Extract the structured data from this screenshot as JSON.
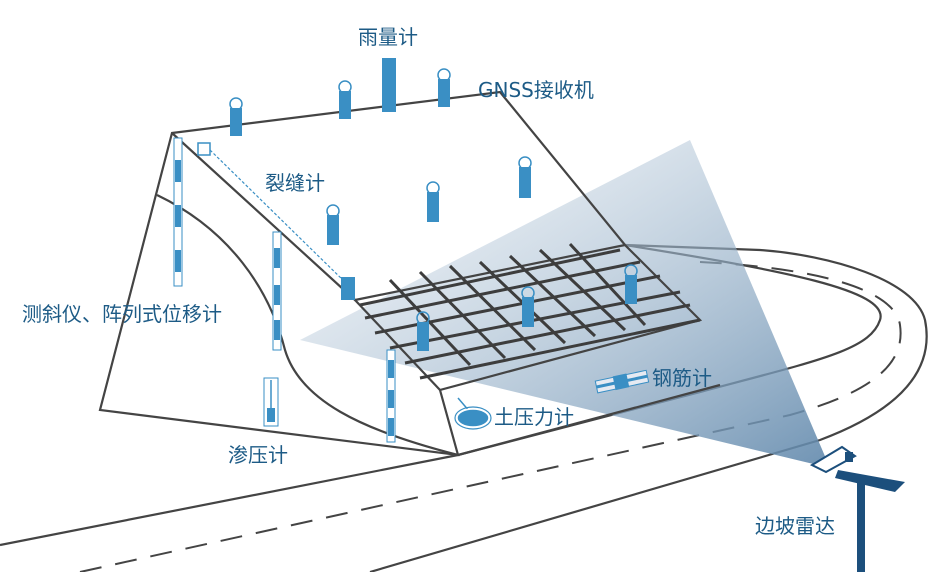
{
  "title": "边坡监测示意图",
  "labels": {
    "rain_gauge": "雨量计",
    "gnss": "GNSS接收机",
    "crack_meter": "裂缝计",
    "inclinometer": "测斜仪、阵列式位移计",
    "piezometer": "渗压计",
    "earth_pressure": "土压力计",
    "rebar_meter": "钢筋计",
    "radar": "边坡雷达"
  },
  "colors": {
    "instrument": "#3a8fc4",
    "text": "#1d5b86",
    "radar": "#1c4f7c",
    "line": "#444444"
  }
}
